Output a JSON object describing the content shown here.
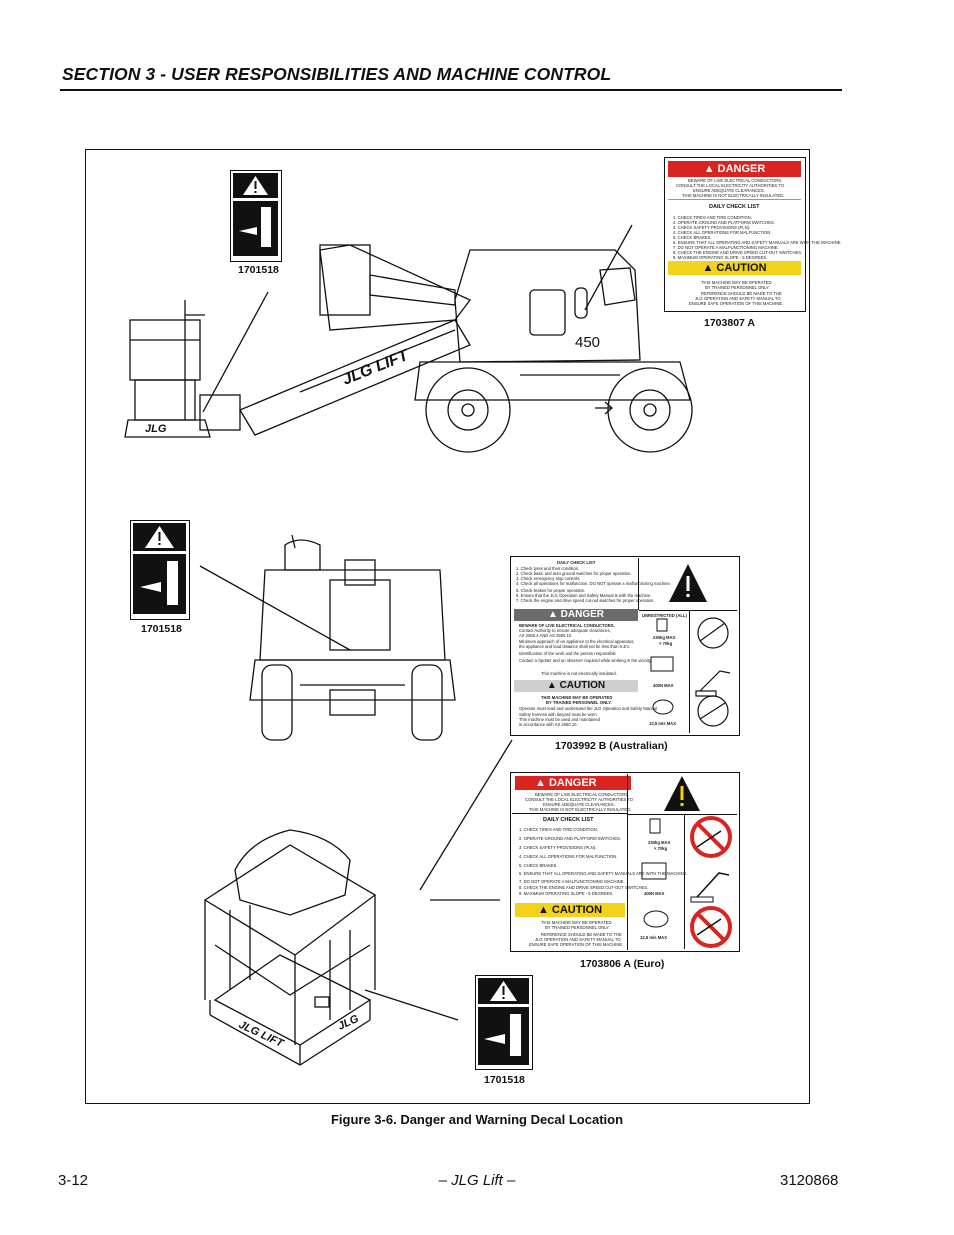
{
  "header": {
    "section_title": "SECTION 3 - USER RESPONSIBILITIES AND MACHINE CONTROL"
  },
  "figure": {
    "caption": "Figure 3-6.  Danger and Warning Decal Location",
    "labels": {
      "crush_top": "1701518",
      "crush_mid": "1701518",
      "crush_bottom": "1701518",
      "us_decal": "1703807 A",
      "aus_decal": "1703992 B (Australian)",
      "euro_decal": "1703806 A (Euro)"
    },
    "machine_text": {
      "boom_logo": "JLG LIFT",
      "model": "450",
      "platform_logo_1": "JLG",
      "basket_logo": "JLG LIFT",
      "basket_logo_2": "JLG"
    },
    "us_decal": {
      "danger": "DANGER",
      "danger_text": [
        "BEWARE OF LIVE ELECTRICAL CONDUCTORS.",
        "CONSULT THE LOCAL ELECTRICITY AUTHORITIES TO",
        "ENSURE ADEQUATE CLEARANCES.",
        "THIS MACHINE IS NOT ELECTRICALLY INSULATED."
      ],
      "checklist_title": "DAILY CHECK LIST",
      "checklist": [
        "1. CHECK TIRES AND TIRE CONDITION.",
        "2. OPERATE GROUND AND PLATFORM SWITCHES.",
        "3. CHECK SAFETY PROVISIONS (PLN).",
        "4. CHECK ALL OPERATIONS FOR MALFUNCTION.",
        "5. CHECK BRAKES.",
        "6. ENSURE THAT ALL OPERATING AND SAFETY MANUALS ARE WITH THE MACHINE.",
        "7. DO NOT OPERATE A MALFUNCTIONING MACHINE.",
        "8. CHECK THE ENGINE AND DRIVE SPEED CUT-OUT SWITCHES.",
        "9. MAXIMUM OPERATING SLOPE - 5 DEGREES."
      ],
      "caution": "CAUTION",
      "caution_text": [
        "THIS MACHINE MAY BE OPERATED",
        "BY TRAINED PERSONNEL ONLY.",
        "REFERENCE SHOULD BE MADE TO THE",
        "JLG OPERATION AND SAFETY MANUAL TO",
        "ENSURE SAFE OPERATION OF THIS MACHINE."
      ]
    },
    "aus_decal": {
      "checklist_title": "DAILY CHECK LIST",
      "checklist": [
        "1. Check tyres and their condition.",
        "2. Check basic and auto ground switches for proper operation.",
        "3. Check emergency stop controls.",
        "4. Check all operations for malfunction. DO NOT operate a malfunctioning machine.",
        "5. Check brakes for proper operation.",
        "6. Ensure that the JLG Operation and Safety Manual is with the machine.",
        "7. Check the engine and drive speed cut-out switches for proper operation."
      ],
      "danger": "DANGER",
      "danger_text": [
        "BEWARE OF LIVE ELECTRICAL CONDUCTORS.",
        "Contact Authority to ensure adequate clearances,",
        "AS 2550.4 AND AS 2550.10",
        "Minimum approach of an appliance to the electrical apparatus,",
        "the appliance and load distance shall not be less than 6.4m.",
        "Identification of the work and the person responsible",
        "Contact a Spotter and an observer required while working in the vicinity",
        "This machine is not electrically insulated."
      ],
      "caution": "CAUTION",
      "caution_text": [
        "THIS MACHINE MAY BE OPERATED",
        "BY TRAINED PERSONNEL ONLY.",
        "Operator must read and understand the JLG Operation and Safety Manual",
        "Safety harness with lanyard must be worn.",
        "This machine must be used and maintained",
        "in accordance with AS 2550.10."
      ],
      "spec_title": "UNRESTRICTED (ALL)",
      "spec_load": "230kg MAX",
      "spec_persons": "× 70kg",
      "spec_force": "400N MAX",
      "spec_wind": "12,5 m/s MAX"
    },
    "euro_decal": {
      "danger": "DANGER",
      "danger_text": [
        "BEWARE OF LIVE ELECTRICAL CONDUCTORS.",
        "CONSULT THE LOCAL ELECTRICITY AUTHORITIES TO",
        "ENSURE ADEQUATE CLEARANCES.",
        "THIS MACHINE IS NOT ELECTRICALLY INSULATED."
      ],
      "checklist_title": "DAILY CHECK LIST",
      "checklist": [
        "1. CHECK TIRES AND TIRE CONDITION.",
        "2. OPERATE GROUND AND PLATFORM SWITCHES.",
        "3. CHECK SAFETY PROVISIONS (PLN).",
        "4. CHECK ALL OPERATIONS FOR MALFUNCTION.",
        "5. CHECK BRAKES.",
        "6. ENSURE THAT ALL OPERATING AND SAFETY MANUALS ARE WITH THE MACHINE.",
        "7. DO NOT OPERATE A MALFUNCTIONING MACHINE.",
        "8. CHECK THE ENGINE AND DRIVE SPEED CUT-OUT SWITCHES.",
        "9. MAXIMUM OPERATING SLOPE - 5 DEGREES."
      ],
      "caution": "CAUTION",
      "caution_text": [
        "THIS MACHINE MAY BE OPERATED",
        "BY TRAINED PERSONNEL ONLY.",
        "REFERENCE SHOULD BE MADE TO THE",
        "JLG OPERATION AND SAFETY MANUAL TO",
        "ENSURE SAFE OPERATION OF THIS MACHINE."
      ],
      "spec_load": "230kg MAX",
      "spec_persons": "× 70kg",
      "spec_force": "400N MAX",
      "spec_wind": "12,5 m/s MAX"
    }
  },
  "footer": {
    "page_number": "3-12",
    "center": "– JLG Lift –",
    "doc_number": "3120868"
  }
}
